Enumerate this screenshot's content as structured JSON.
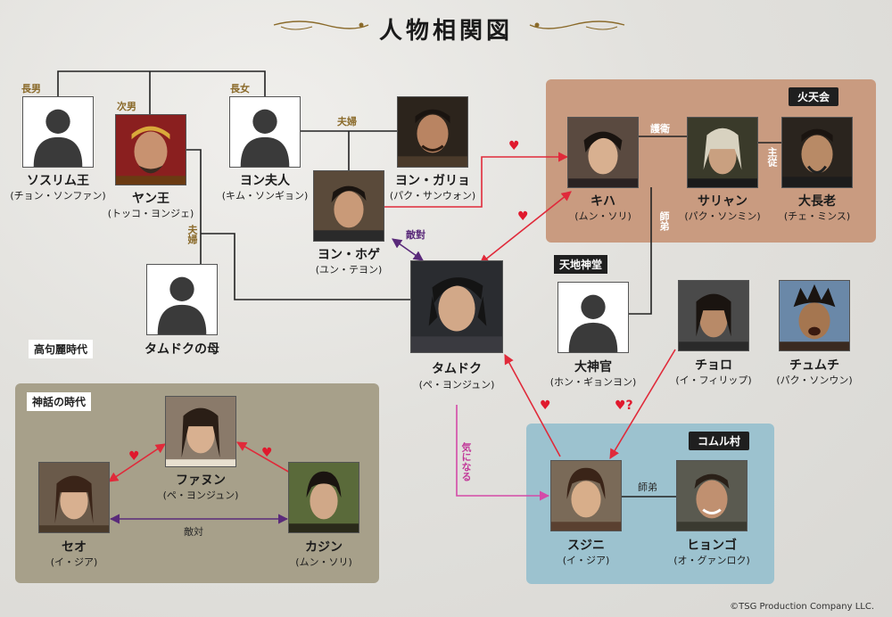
{
  "title": "人物相関図",
  "regions": {
    "kahwa": "火天会",
    "tianji": "天地神堂",
    "goguryeo": "高句麗時代",
    "myth": "神話の時代",
    "komul": "コムル村"
  },
  "people": {
    "sosurimu": {
      "name": "ソスリム王",
      "actor": "(チョン・ソンファン)"
    },
    "yan": {
      "name": "ヤン王",
      "actor": "(トッコ・ヨンジェ)"
    },
    "yonfujin": {
      "name": "ヨン夫人",
      "actor": "(キム・ソンギョン)"
    },
    "yongario": {
      "name": "ヨン・ガリョ",
      "actor": "(パク・サンウォン)"
    },
    "yonhoge": {
      "name": "ヨン・ホゲ",
      "actor": "(ユン・テヨン)"
    },
    "tamdoku_mother": {
      "name": "タムドクの母",
      "actor": ""
    },
    "tamdoku": {
      "name": "タムドク",
      "actor": "(ペ・ヨンジュン)"
    },
    "kiha": {
      "name": "キハ",
      "actor": "(ムン・ソリ)"
    },
    "sariyan": {
      "name": "サリャン",
      "actor": "(パク・ソンミン)"
    },
    "daichoro": {
      "name": "大長老",
      "actor": "(チェ・ミンス)"
    },
    "daishinkan": {
      "name": "大神官",
      "actor": "(ホン・ギョンヨン)"
    },
    "chooro": {
      "name": "チョロ",
      "actor": "(イ・フィリップ)"
    },
    "chumuchi": {
      "name": "チュムチ",
      "actor": "(パク・ソンウン)"
    },
    "suzini": {
      "name": "スジニ",
      "actor": "(イ・ジア)"
    },
    "hyongo": {
      "name": "ヒョンゴ",
      "actor": "(オ・グァンロク)"
    },
    "fanun": {
      "name": "ファヌン",
      "actor": "(ペ・ヨンジュン)"
    },
    "seo": {
      "name": "セオ",
      "actor": "(イ・ジア)"
    },
    "kajin": {
      "name": "カジン",
      "actor": "(ムン・ソリ)"
    }
  },
  "relations": {
    "chonan": "長男",
    "jinan": "次男",
    "choujo": "長女",
    "fuufu1": "夫婦",
    "fuufu2": "夫婦",
    "goei": "護衛",
    "shuju": "主従",
    "shitei1": "師弟",
    "shitei2": "師弟",
    "tekitai1": "敵對",
    "tekitai2": "敵対",
    "kininaru": "気になる",
    "heart_q": "♥?"
  },
  "heart": "♥",
  "copyright": "©TSG Production Company LLC.",
  "colors": {
    "kahwa_bg": "#c99b80",
    "komul_bg": "#9cc2cf",
    "myth_bg": "#a7a08a",
    "love_line": "#e02a3a",
    "rival_line": "#5a2a7a",
    "crush_line": "#d44aa8",
    "family_line": "#222222"
  }
}
